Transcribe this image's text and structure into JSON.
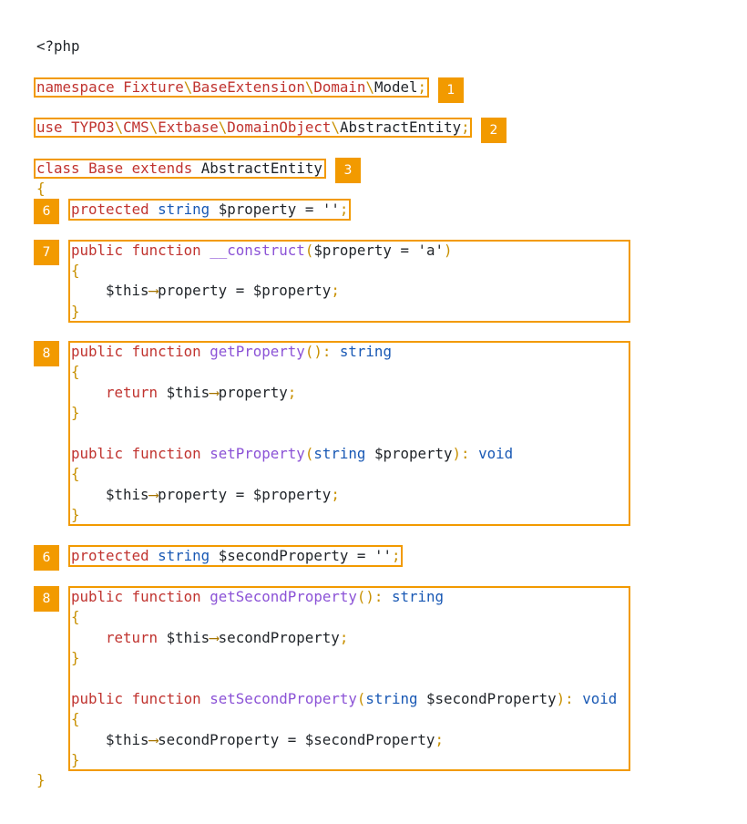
{
  "colors": {
    "highlight": "#f29a00",
    "keyword": "#c0332f",
    "type": "#1858b4",
    "function": "#8b52d6",
    "brace": "#c89000",
    "text": "#1f2328"
  },
  "badges": [
    "1",
    "2",
    "3",
    "6",
    "7",
    "8",
    "6",
    "8"
  ],
  "code": {
    "open_tag": "<?php",
    "kw_namespace": "namespace",
    "kw_use": "use",
    "kw_class": "class",
    "kw_extends": "extends",
    "kw_protected": "protected",
    "kw_public": "public",
    "kw_function": "function",
    "kw_return": "return",
    "type_string": "string",
    "type_void": "void",
    "ns_fixture": "Fixture",
    "ns_baseextension": "BaseExtension",
    "ns_domain": "Domain",
    "ns_model": "Model",
    "use_typo3": "TYPO3",
    "use_cms": "CMS",
    "use_extbase": "Extbase",
    "use_domainobject": "DomainObject",
    "abstract_entity": "AbstractEntity",
    "class_name": "Base",
    "var_property": "$property",
    "var_second_property": "$secondProperty",
    "var_this": "$this",
    "member_property": "property",
    "member_second_property": "secondProperty",
    "fn_construct": "__construct",
    "fn_get_property": "getProperty",
    "fn_set_property": "setProperty",
    "fn_get_second_property": "getSecondProperty",
    "fn_set_second_property": "setSecondProperty",
    "str_empty": "''",
    "str_a": "'a'",
    "sep": "\\",
    "semi": ";",
    "equals": "=",
    "arrow": "⟶",
    "lbrace": "{",
    "rbrace": "}",
    "lparen": "(",
    "rparen": ")",
    "empty_parens": "()",
    "ret_colon": "):",
    "colon": ":"
  }
}
